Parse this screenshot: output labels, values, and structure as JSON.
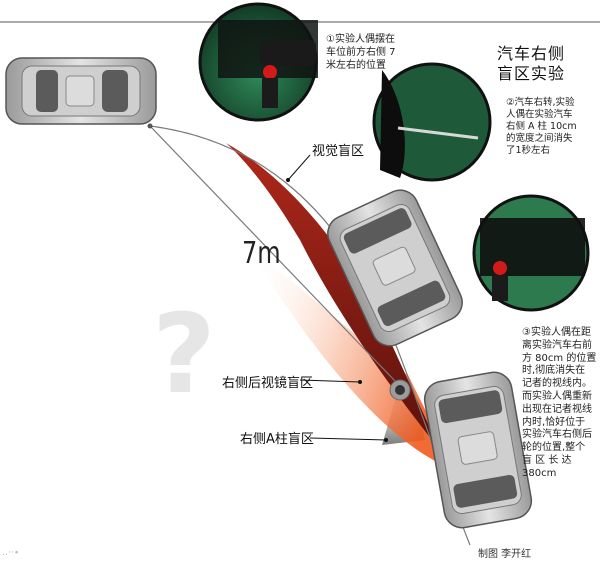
{
  "title": {
    "line1": "汽车右侧",
    "line2": "盲区实验"
  },
  "distance_label": "7m",
  "labels": {
    "visual_blind_zone": "视觉盲区",
    "mirror_blind_zone": "右侧后视镜盲区",
    "a_pillar_blind_zone": "右侧A柱盲区"
  },
  "captions": {
    "step1": [
      "①实验人偶摆在",
      "车位前方右侧 7",
      "米左右的位置"
    ],
    "step2": [
      "②汽车右转,实验",
      "人偶在实验汽车",
      "右侧 A 柱 10cm",
      "的宽度之间消失",
      "了1秒左右"
    ],
    "step3": [
      "③实验人偶在距",
      "离实验汽车右前",
      "方 80cm 的位置",
      "时,彻底消失在",
      "记者的视线内。",
      "而实验人偶重新",
      "出现在记者视线",
      "内时,恰好位于",
      "实验汽车右侧后",
      "轮的位置,整个",
      "盲 区 长 达",
      "380cm"
    ]
  },
  "credit": "制图 李开红",
  "corner_mark": "‥·‧∙"
}
